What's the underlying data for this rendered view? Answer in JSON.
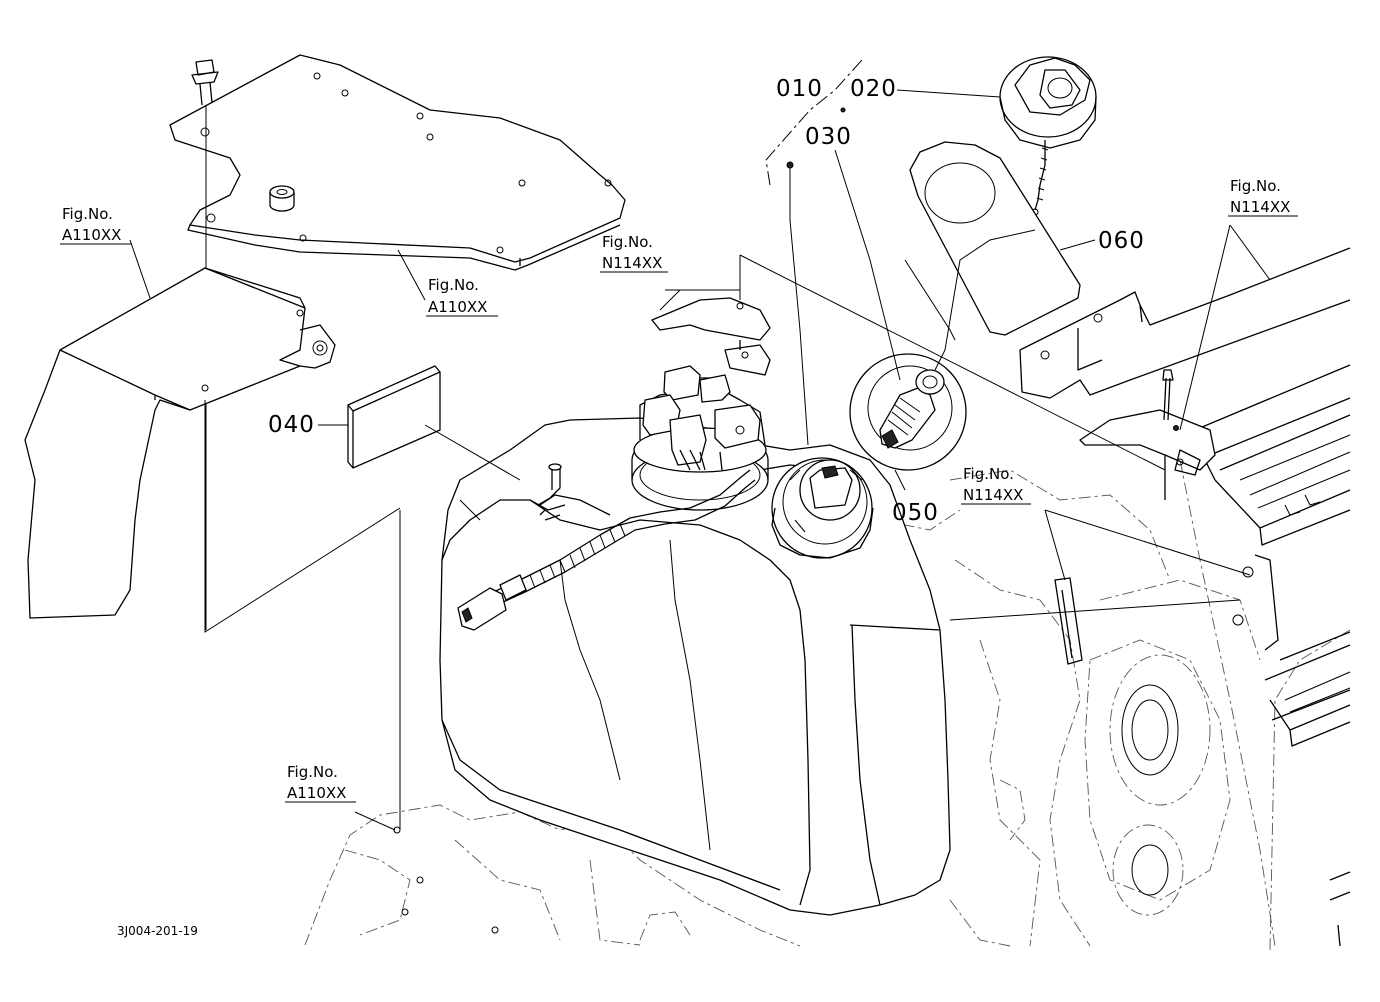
{
  "drawing_code": "3J004-201-19",
  "parts": [
    {
      "number": "010"
    },
    {
      "number": "020"
    },
    {
      "number": "030"
    },
    {
      "number": "040"
    },
    {
      "number": "050"
    },
    {
      "number": "060"
    }
  ],
  "fig_refs": [
    {
      "title": "Fig.No.",
      "code": "A110XX"
    },
    {
      "title": "Fig.No.",
      "code": "A110XX"
    },
    {
      "title": "Fig.No.",
      "code": "A110XX"
    },
    {
      "title": "Fig.No.",
      "code": "N114XX"
    },
    {
      "title": "Fig.No.",
      "code": "N114XX"
    },
    {
      "title": "Fig.No.",
      "code": "N114XX"
    }
  ]
}
